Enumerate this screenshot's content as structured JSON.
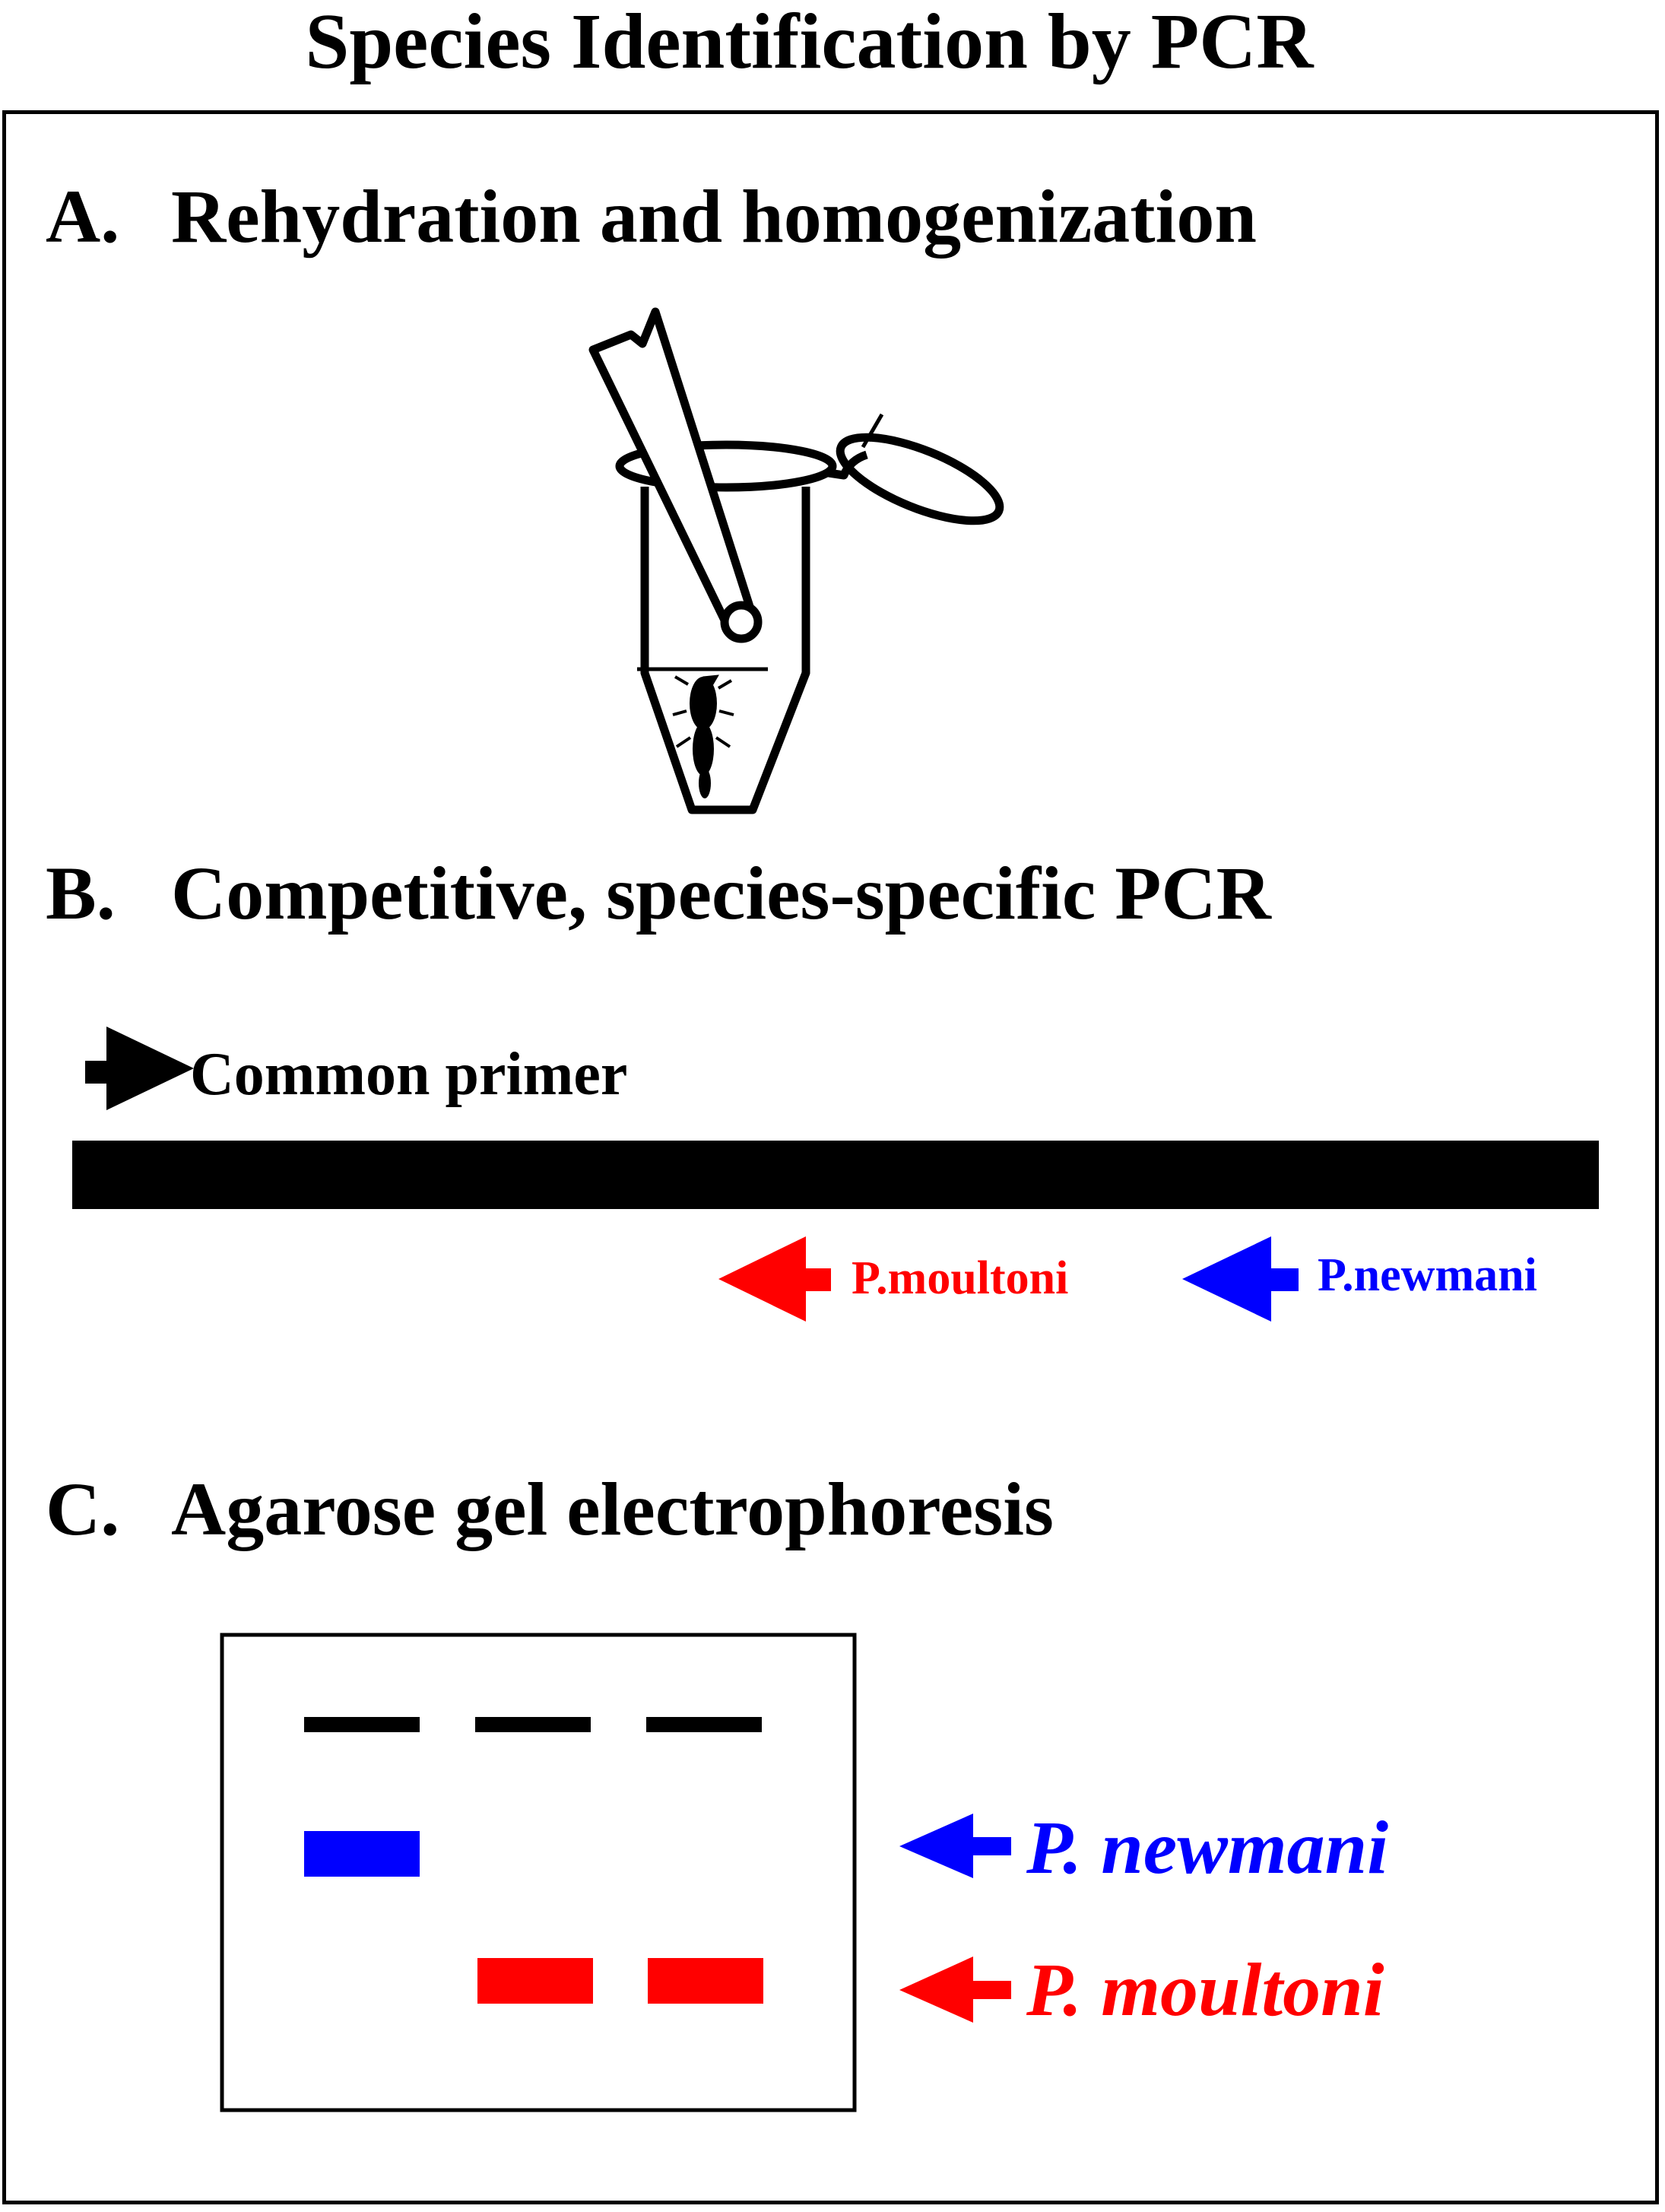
{
  "title": "Species Identification by PCR",
  "sections": {
    "a": {
      "letter": "A.",
      "label": "Rehydration and homogenization"
    },
    "b": {
      "letter": "B.",
      "label": "Competitive, species-specific PCR"
    },
    "c": {
      "letter": "C.",
      "label": "Agarose gel electrophoresis"
    }
  },
  "pcr": {
    "common_primer": "Common primer",
    "primer_moultoni": "P.moultoni",
    "primer_newmani": "P.newmani"
  },
  "gel": {
    "label_newmani": "P. newmani",
    "label_moultoni": "P. moultoni",
    "lanes": [
      {
        "control_band": true,
        "newmani_band": true,
        "moultoni_band": false
      },
      {
        "control_band": true,
        "newmani_band": false,
        "moultoni_band": true
      },
      {
        "control_band": true,
        "newmani_band": false,
        "moultoni_band": true
      }
    ]
  },
  "colors": {
    "black": "#000000",
    "newmani": "#0000ff",
    "moultoni": "#ff0000"
  }
}
